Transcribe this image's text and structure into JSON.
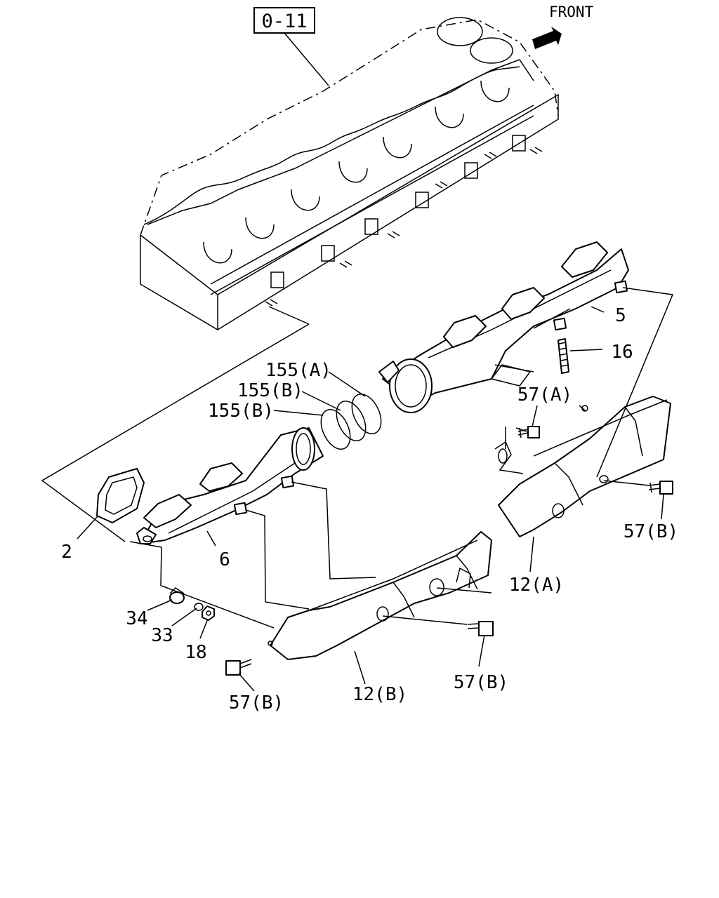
{
  "diagram": {
    "reference_box": "0-11",
    "front_label": "FRONT",
    "callouts": {
      "c2": "2",
      "c5": "5",
      "c6": "6",
      "c16": "16",
      "c18": "18",
      "c33": "33",
      "c34": "34",
      "c155a": "155(A)",
      "c155b1": "155(B)",
      "c155b2": "155(B)",
      "c57a": "57(A)",
      "c57b_right": "57(B)",
      "c57b_mid": "57(B)",
      "c57b_left": "57(B)",
      "c12a": "12(A)",
      "c12b": "12(B)"
    }
  }
}
